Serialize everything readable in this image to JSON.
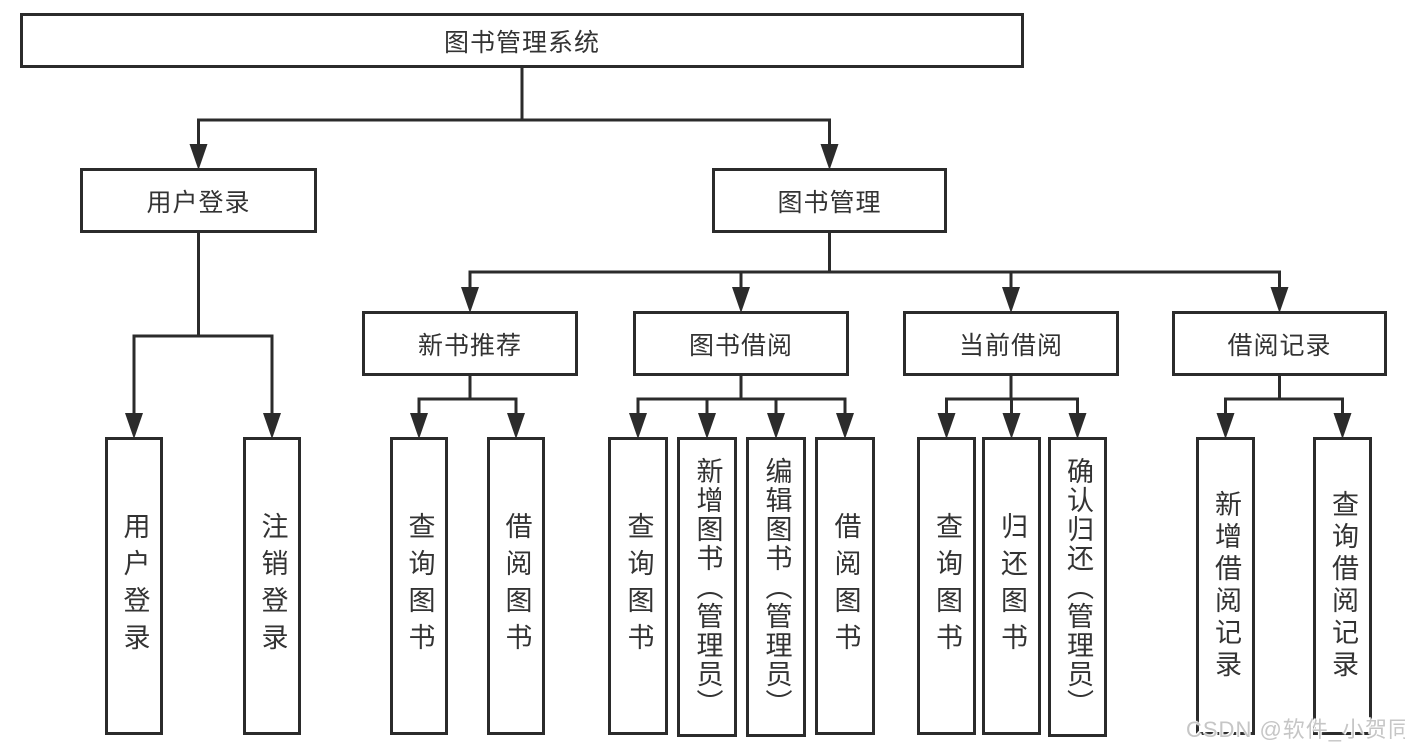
{
  "diagram": {
    "title": "图书管理系统",
    "watermark": "CSDN @软件_小贺同学",
    "colors": {
      "line": "#2b2b2b",
      "box_border": "#2b2b2b",
      "text": "#333333",
      "background": "#ffffff",
      "watermark": "#c6c6c6"
    },
    "nodes": [
      {
        "id": "root",
        "label": "图书管理系统",
        "parent": null
      },
      {
        "id": "user-login",
        "label": "用户登录",
        "parent": "root"
      },
      {
        "id": "book-mgmt",
        "label": "图书管理",
        "parent": "root"
      },
      {
        "id": "login",
        "label": "用户登录",
        "parent": "user-login"
      },
      {
        "id": "logout",
        "label": "注销登录",
        "parent": "user-login"
      },
      {
        "id": "new-books",
        "label": "新书推荐",
        "parent": "book-mgmt"
      },
      {
        "id": "book-borrow",
        "label": "图书借阅",
        "parent": "book-mgmt"
      },
      {
        "id": "current-borrow",
        "label": "当前借阅",
        "parent": "book-mgmt"
      },
      {
        "id": "borrow-records",
        "label": "借阅记录",
        "parent": "book-mgmt"
      },
      {
        "id": "nb-query",
        "label": "查询图书",
        "parent": "new-books"
      },
      {
        "id": "nb-borrow",
        "label": "借阅图书",
        "parent": "new-books"
      },
      {
        "id": "bb-query",
        "label": "查询图书",
        "parent": "book-borrow"
      },
      {
        "id": "bb-add",
        "label": "新增图书（管理员）",
        "parent": "book-borrow"
      },
      {
        "id": "bb-edit",
        "label": "编辑图书（管理员）",
        "parent": "book-borrow"
      },
      {
        "id": "bb-borrow",
        "label": "借阅图书",
        "parent": "book-borrow"
      },
      {
        "id": "cb-query",
        "label": "查询图书",
        "parent": "current-borrow"
      },
      {
        "id": "cb-return",
        "label": "归还图书",
        "parent": "current-borrow"
      },
      {
        "id": "cb-confirm",
        "label": "确认归还（管理员）",
        "parent": "current-borrow"
      },
      {
        "id": "br-add",
        "label": "新增借阅记录",
        "parent": "borrow-records"
      },
      {
        "id": "br-query",
        "label": "查询借阅记录",
        "parent": "borrow-records"
      }
    ]
  }
}
